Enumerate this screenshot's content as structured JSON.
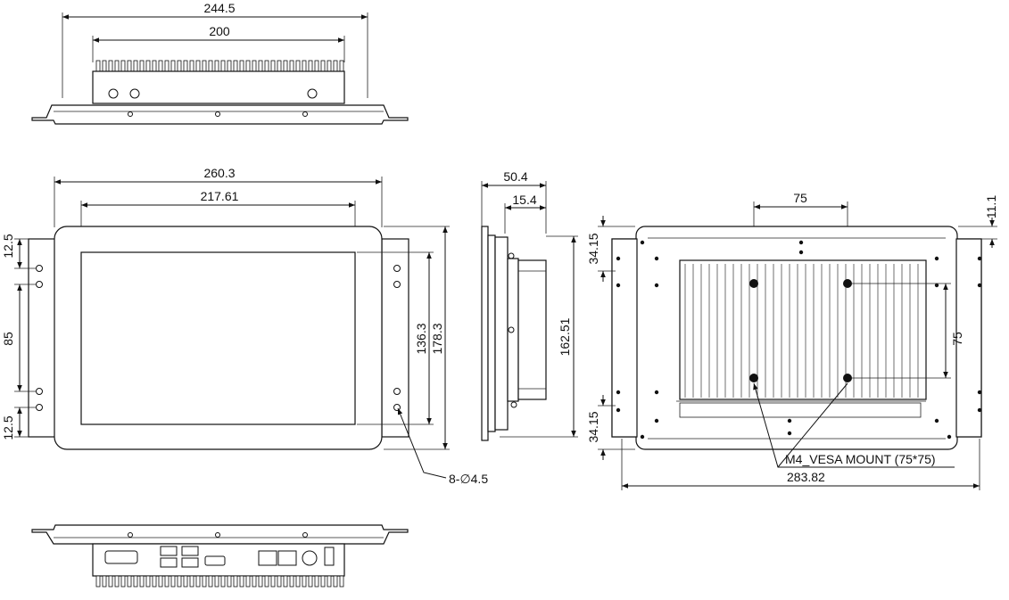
{
  "top_view": {
    "overall_width": "244.5",
    "body_width": "200"
  },
  "front_view": {
    "overall_width": "260.3",
    "display_width": "217.61",
    "left_top_offset": "12.5",
    "left_hole_spacing": "85",
    "left_bottom_offset": "12.5",
    "display_height": "136.3",
    "overall_height": "178.3",
    "hole_callout": "8-∅4.5"
  },
  "side_view": {
    "depth_total": "50.4",
    "depth_front": "15.4",
    "height": "162.51"
  },
  "rear_view": {
    "vesa_horizontal": "75",
    "vesa_vertical": "75",
    "top_offset": "34.15",
    "bottom_offset": "34.15",
    "corner_offset": "11.1",
    "overall_width": "283.82",
    "vesa_callout": "M4_VESA MOUNT (75*75)"
  }
}
